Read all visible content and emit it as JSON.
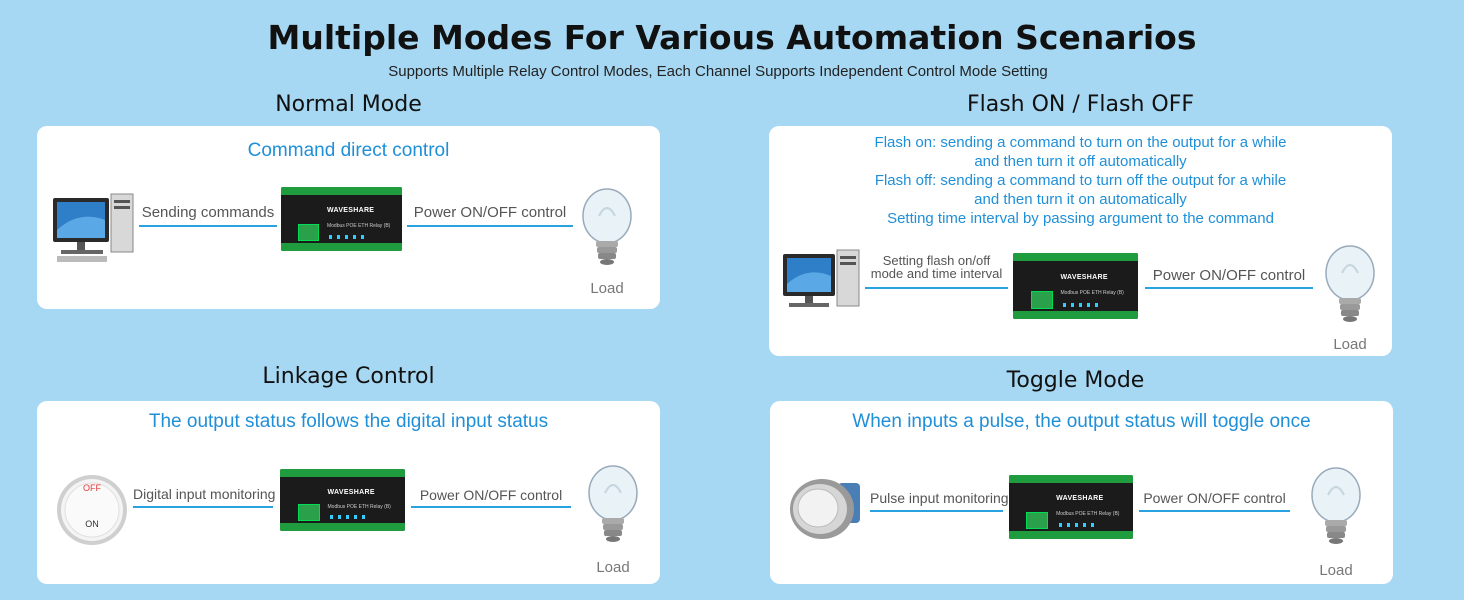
{
  "header": {
    "title": "Multiple Modes For Various Automation Scenarios",
    "subtitle": "Supports Multiple Relay Control Modes, Each Channel Supports Independent Control Mode Setting"
  },
  "normal": {
    "title": "Normal Mode",
    "heading": "Command direct control",
    "left_label": "Sending commands",
    "right_label": "Power ON/OFF control",
    "load": "Load"
  },
  "flash": {
    "title": "Flash ON / Flash OFF",
    "desc": [
      "Flash on: sending a command to turn on the output for a while",
      "and then turn it off automatically",
      "Flash off: sending a command to turn off the output for a while",
      "and then turn it on automatically",
      "Setting time interval by passing argument to the command"
    ],
    "left_label_1": "Setting flash on/off",
    "left_label_2": "mode and time interval",
    "right_label": "Power ON/OFF control",
    "load": "Load"
  },
  "linkage": {
    "title": "Linkage Control",
    "heading": "The output status follows the digital input status",
    "left_label": "Digital input monitoring",
    "right_label": "Power ON/OFF control",
    "load": "Load",
    "switch_off": "OFF",
    "switch_on": "ON"
  },
  "toggle": {
    "title": "Toggle Mode",
    "heading": "When inputs a pulse, the output status will toggle once",
    "left_label": "Pulse input monitoring",
    "right_label": "Power ON/OFF control",
    "load": "Load"
  },
  "relay": {
    "logo": "WAVESHARE",
    "model": "Modbus POE ETH Relay (B)"
  },
  "colors": {
    "background": "#a6d8f3",
    "accent": "#1f8fd8",
    "line": "#29a3e0",
    "relay_green": "#1f9c3e"
  }
}
